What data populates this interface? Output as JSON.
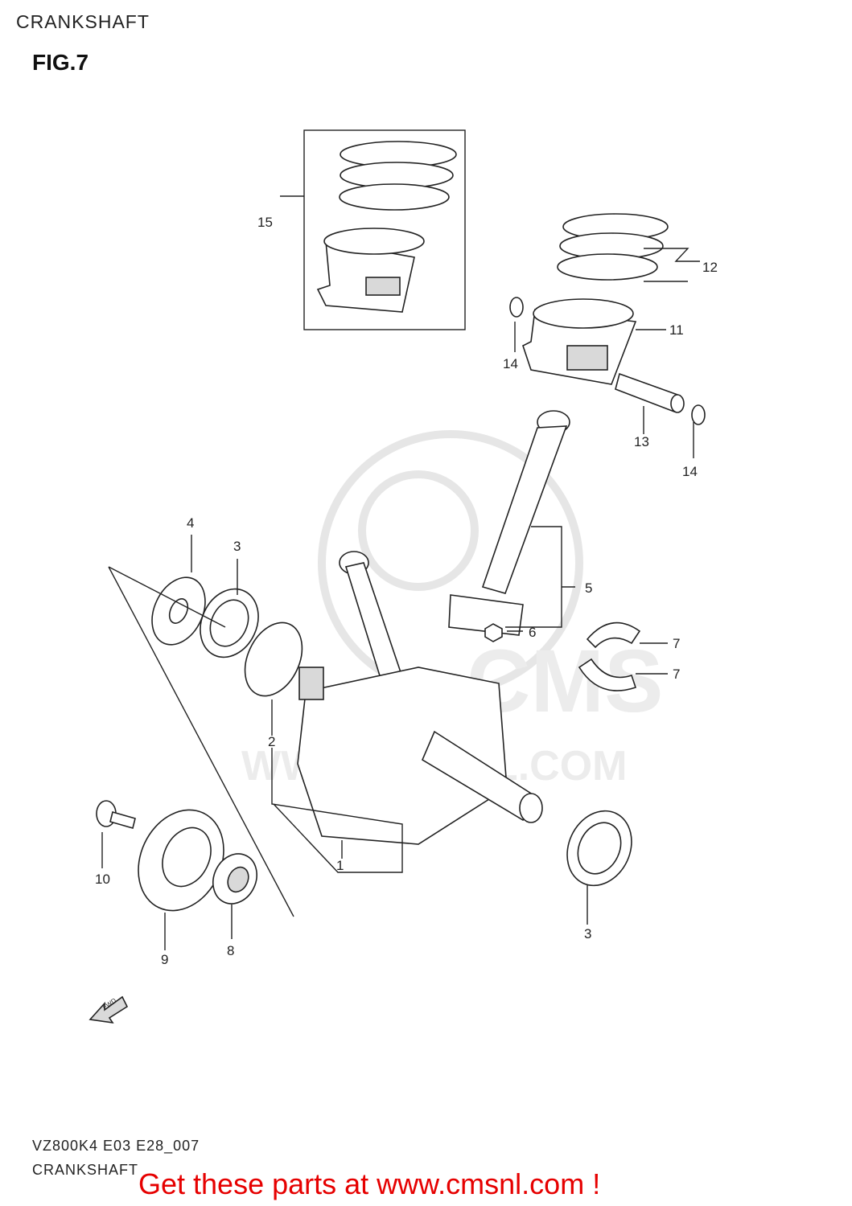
{
  "header": {
    "title": "CRANKSHAFT",
    "figure": "FIG.7"
  },
  "callouts": {
    "c1": "1",
    "c2": "2",
    "c3a": "3",
    "c3b": "3",
    "c4": "4",
    "c5": "5",
    "c6": "6",
    "c7a": "7",
    "c7b": "7",
    "c8": "8",
    "c9": "9",
    "c10": "10",
    "c11": "11",
    "c12": "12",
    "c13": "13",
    "c14a": "14",
    "c14b": "14",
    "c15": "15"
  },
  "watermark": {
    "brand": "CMS",
    "url": "WWW.CMSNL.COM"
  },
  "fwd_arrow": "FWD",
  "footer": {
    "code": "VZ800K4 E03 E28_007",
    "name": "CRANKSHAFT",
    "promo": "Get these parts at www.cmsnl.com !"
  },
  "colors": {
    "promo": "#e60000",
    "lines": "#222222",
    "watermark": "#e6e6e6"
  }
}
